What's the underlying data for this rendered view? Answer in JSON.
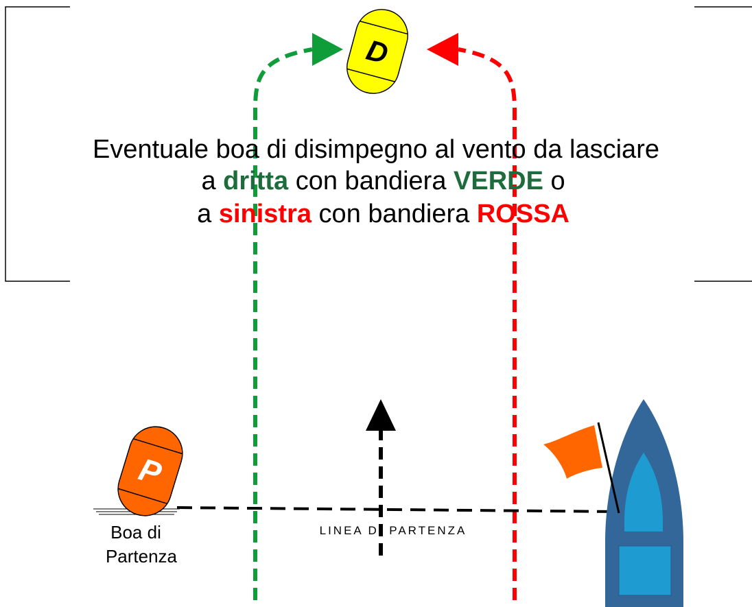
{
  "start_buoy": {
    "letter": "P",
    "color": "#FF6600"
  },
  "offset_buoy": {
    "letter": "D",
    "color": "#FFFF00"
  },
  "caption": {
    "line1": "Eventuale boa di disimpegno al vento da lasciare",
    "line2_a": "a ",
    "line2_dritta": "dritta",
    "line2_b": " con bandiera ",
    "line2_verde": "VERDE",
    "line2_c": " o",
    "line3_a": "a ",
    "line3_sinistra": "sinistra",
    "line3_b": " con bandiera ",
    "line3_rossa": "ROSSA"
  },
  "labels": {
    "start_buoy_line1": "Boa di",
    "start_buoy_line2": "Partenza",
    "start_line": "LINEA DI PARTENZA"
  },
  "colors": {
    "green_route": "#0F9D3A",
    "red_route": "#FF0000",
    "green_text": "#1E6B3C",
    "red_text": "#FF0000",
    "boat_hull": "#336699",
    "boat_deck": "#1E9BD1",
    "flag": "#FF6600"
  }
}
